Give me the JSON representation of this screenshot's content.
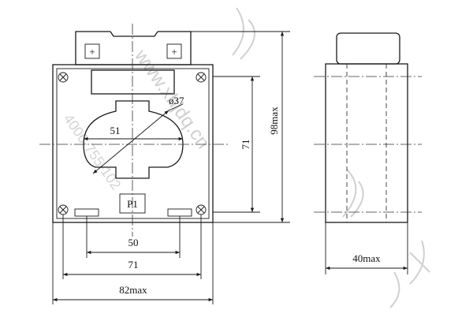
{
  "front_view": {
    "terminal_left_symbol": "+",
    "terminal_right_symbol": "+",
    "primary_marker": "P1"
  },
  "dimensions": {
    "diameter": "ø37",
    "window_width": "51",
    "height_inner": "71",
    "height_overall": "98max",
    "bottom_50": "50",
    "bottom_71": "71",
    "bottom_82": "82max",
    "side_width": "40max"
  },
  "watermark": {
    "url": "www.xhjdq.cn",
    "phone": "4006-755-102"
  }
}
